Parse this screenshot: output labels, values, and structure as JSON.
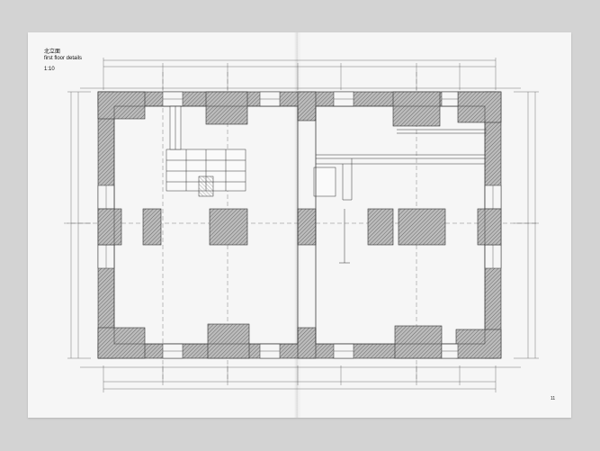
{
  "caption": {
    "title_cn": "北立面",
    "subtitle": "first floor details",
    "scale": "1:10"
  },
  "page_number": "11",
  "colors": {
    "background": "#d3d3d3",
    "paper": "#f6f6f6",
    "wall_hatch": "#9a9a9a",
    "line": "#333333"
  }
}
